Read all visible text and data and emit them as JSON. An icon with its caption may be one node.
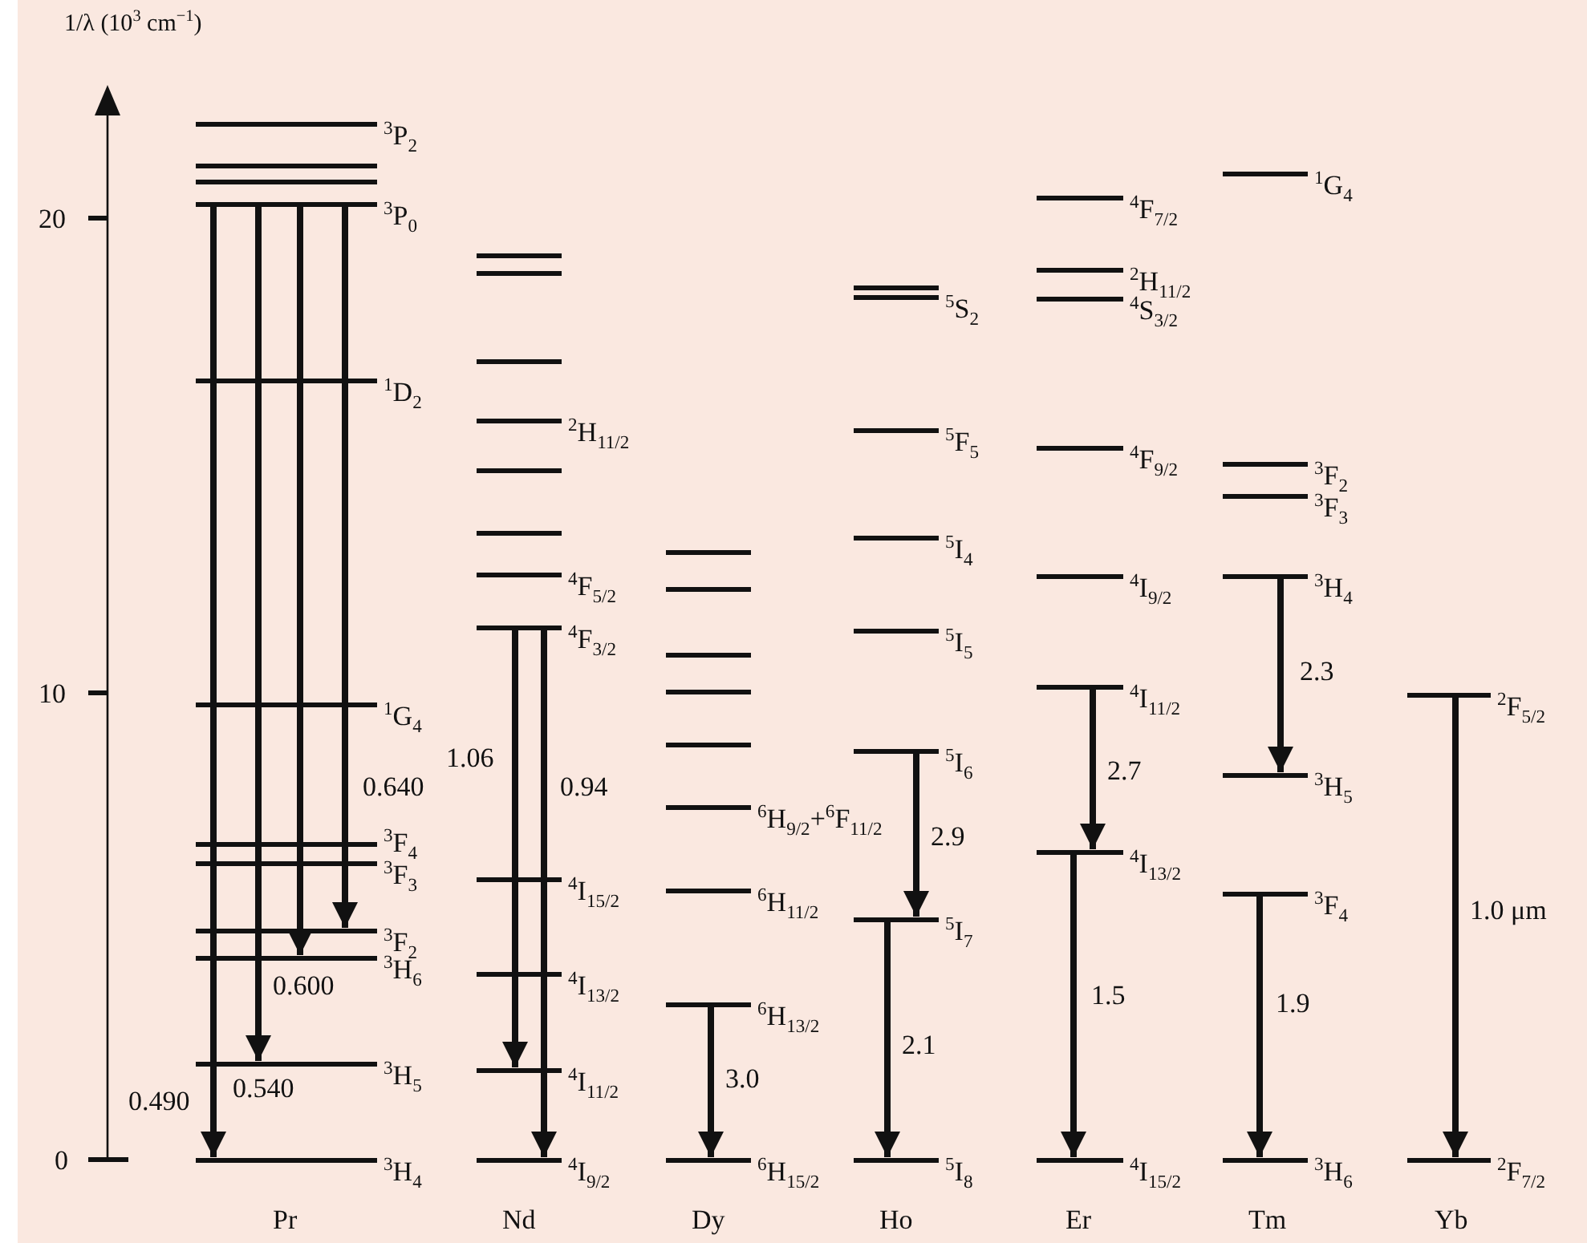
{
  "diagram": {
    "nodes": [
      {
        "text": [
          "$^{3}$P$_{2}$"
        ]
      },
      {
        "text": [],
        "shape": "bar"
      },
      {
        "text": [],
        "shape": "bar"
      },
      {
        "text": [
          "$^{3}$P$_{0}$"
        ]
      },
      {
        "text": [
          "$^{1}$D$_{2}$"
        ]
      },
      {
        "text": [
          "$^{1}$G$_{4}$"
        ]
      },
      {
        "text": [
          "$^{3}$F$_{4}$"
        ]
      },
      {
        "text": [
          "$^{3}$F$_{3}$"
        ]
      },
      {
        "text": [
          "$^{3}$F$_{2}$"
        ]
      },
      {
        "text": [
          "$^{3}$H$_{6}$"
        ]
      },
      {
        "text": [
          "$^{3}$H$_{5}$"
        ]
      },
      {
        "text": [
          "$^{3}$H$_{4}$"
        ]
      },
      {
        "text": [],
        "shape": "bar"
      },
      {
        "text": [],
        "shape": "bar"
      },
      {
        "text": [],
        "shape": "bar"
      },
      {
        "text": [
          "$^{2}$H$_{11/2}$"
        ]
      },
      {
        "text": [],
        "shape": "bar"
      },
      {
        "text": [],
        "shape": "bar"
      },
      {
        "text": [
          "$^{4}$F$_{5/2}$"
        ]
      },
      {
        "text": [
          "$^{4}$F$_{3/2}$"
        ]
      },
      {
        "text": [
          "$^{4}$I$_{15/2}$"
        ]
      },
      {
        "text": [
          "$^{4}$I$_{13/2}$"
        ]
      },
      {
        "text": [
          "$^{4}$I$_{11/2}$"
        ]
      },
      {
        "text": [
          "$^{4}$I$_{9/2}$"
        ]
      },
      {
        "text": [],
        "shape": "bar"
      },
      {
        "text": [],
        "shape": "bar"
      },
      {
        "text": [],
        "shape": "bar"
      },
      {
        "text": [],
        "shape": "bar"
      },
      {
        "text": [],
        "shape": "bar"
      },
      {
        "text": [
          "$^{6}$H$_{9/2}$+$^{6}$F$_{11/2}$"
        ]
      },
      {
        "text": [
          "$^{6}$H$_{11/2}$"
        ]
      },
      {
        "text": [
          "$^{6}$H$_{13/2}$"
        ]
      },
      {
        "text": [
          "$^{6}$H$_{15/2}$"
        ]
      },
      {
        "text": [],
        "shape": "bar"
      },
      {
        "text": [
          "$^{5}$S$_{2}$"
        ]
      },
      {
        "text": [
          "$^{5}$F$_{5}$"
        ]
      },
      {
        "text": [
          "$^{5}$I$_{4}$"
        ]
      },
      {
        "text": [
          "$^{5}$I$_{5}$"
        ]
      },
      {
        "text": [
          "$^{5}$I$_{6}$"
        ]
      },
      {
        "text": [
          "$^{5}$I$_{7}$"
        ]
      },
      {
        "text": [
          "$^{5}$I$_{8}$"
        ]
      },
      {
        "text": [
          "$^{4}$F$_{7/2}$"
        ]
      },
      {
        "text": [
          "$^{2}$H$_{11/2}$"
        ]
      },
      {
        "text": [
          "$^{4}$S$_{3/2}$"
        ]
      },
      {
        "text": [
          "$^{4}$F$_{9/2}$"
        ]
      },
      {
        "text": [
          "$^{4}$I$_{9/2}$"
        ]
      },
      {
        "text": [
          "$^{4}$I$_{11/2}$"
        ]
      },
      {
        "text": [
          "$^{4}$I$_{13/2}$"
        ]
      },
      {
        "text": [
          "$^{4}$I$_{15/2}$"
        ]
      },
      {
        "text": [
          "$^{1}$G$_{4}$"
        ]
      },
      {
        "text": [
          "$^{3}$F$_{2}$"
        ]
      },
      {
        "text": [
          "$^{3}$F$_{3}$"
        ]
      },
      {
        "text": [
          "$^{3}$H$_{4}$"
        ]
      },
      {
        "text": [
          "$^{3}$H$_{5}$"
        ]
      },
      {
        "text": [
          "$^{3}$F$_{4}$"
        ]
      },
      {
        "text": [
          "$^{3}$H$_{6}$"
        ]
      },
      {
        "text": [
          "$^{2}$F$_{5/2}$"
        ]
      },
      {
        "text": [
          "$^{2}$F$_{7/2}$"
        ]
      }
    ],
    "edges": [
      {
        "from": 3,
        "to": 11,
        "arrow": "to",
        "label": "0.490"
      },
      {
        "from": 3,
        "to": 10,
        "arrow": "to",
        "label": "0.540"
      },
      {
        "from": 3,
        "to": 9,
        "arrow": "to",
        "label": "0.600"
      },
      {
        "from": 3,
        "to": 8,
        "arrow": "to",
        "label": "0.640"
      },
      {
        "from": 19,
        "to": 22,
        "arrow": "to",
        "label": "1.06"
      },
      {
        "from": 19,
        "to": 23,
        "arrow": "to",
        "label": "0.94"
      },
      {
        "from": 31,
        "to": 32,
        "arrow": "to",
        "label": "3.0"
      },
      {
        "from": 38,
        "to": 39,
        "arrow": "to",
        "label": "2.9"
      },
      {
        "from": 39,
        "to": 40,
        "arrow": "to",
        "label": "2.1"
      },
      {
        "from": 46,
        "to": 47,
        "arrow": "to",
        "label": "2.7"
      },
      {
        "from": 47,
        "to": 48,
        "arrow": "to",
        "label": "1.5"
      },
      {
        "from": 52,
        "to": 53,
        "arrow": "to",
        "label": "2.3"
      },
      {
        "from": 54,
        "to": 55,
        "arrow": "to",
        "label": "1.9"
      },
      {
        "from": 56,
        "to": 57,
        "arrow": "to",
        "label": "1.0 μm"
      }
    ],
    "labels": [
      "1/λ (10$^{3}$ cm$^{−1}$)",
      "20",
      "10",
      "0",
      "Pr",
      "Nd",
      "Dy",
      "Ho",
      "Er",
      "Tm",
      "Yb"
    ]
  }
}
